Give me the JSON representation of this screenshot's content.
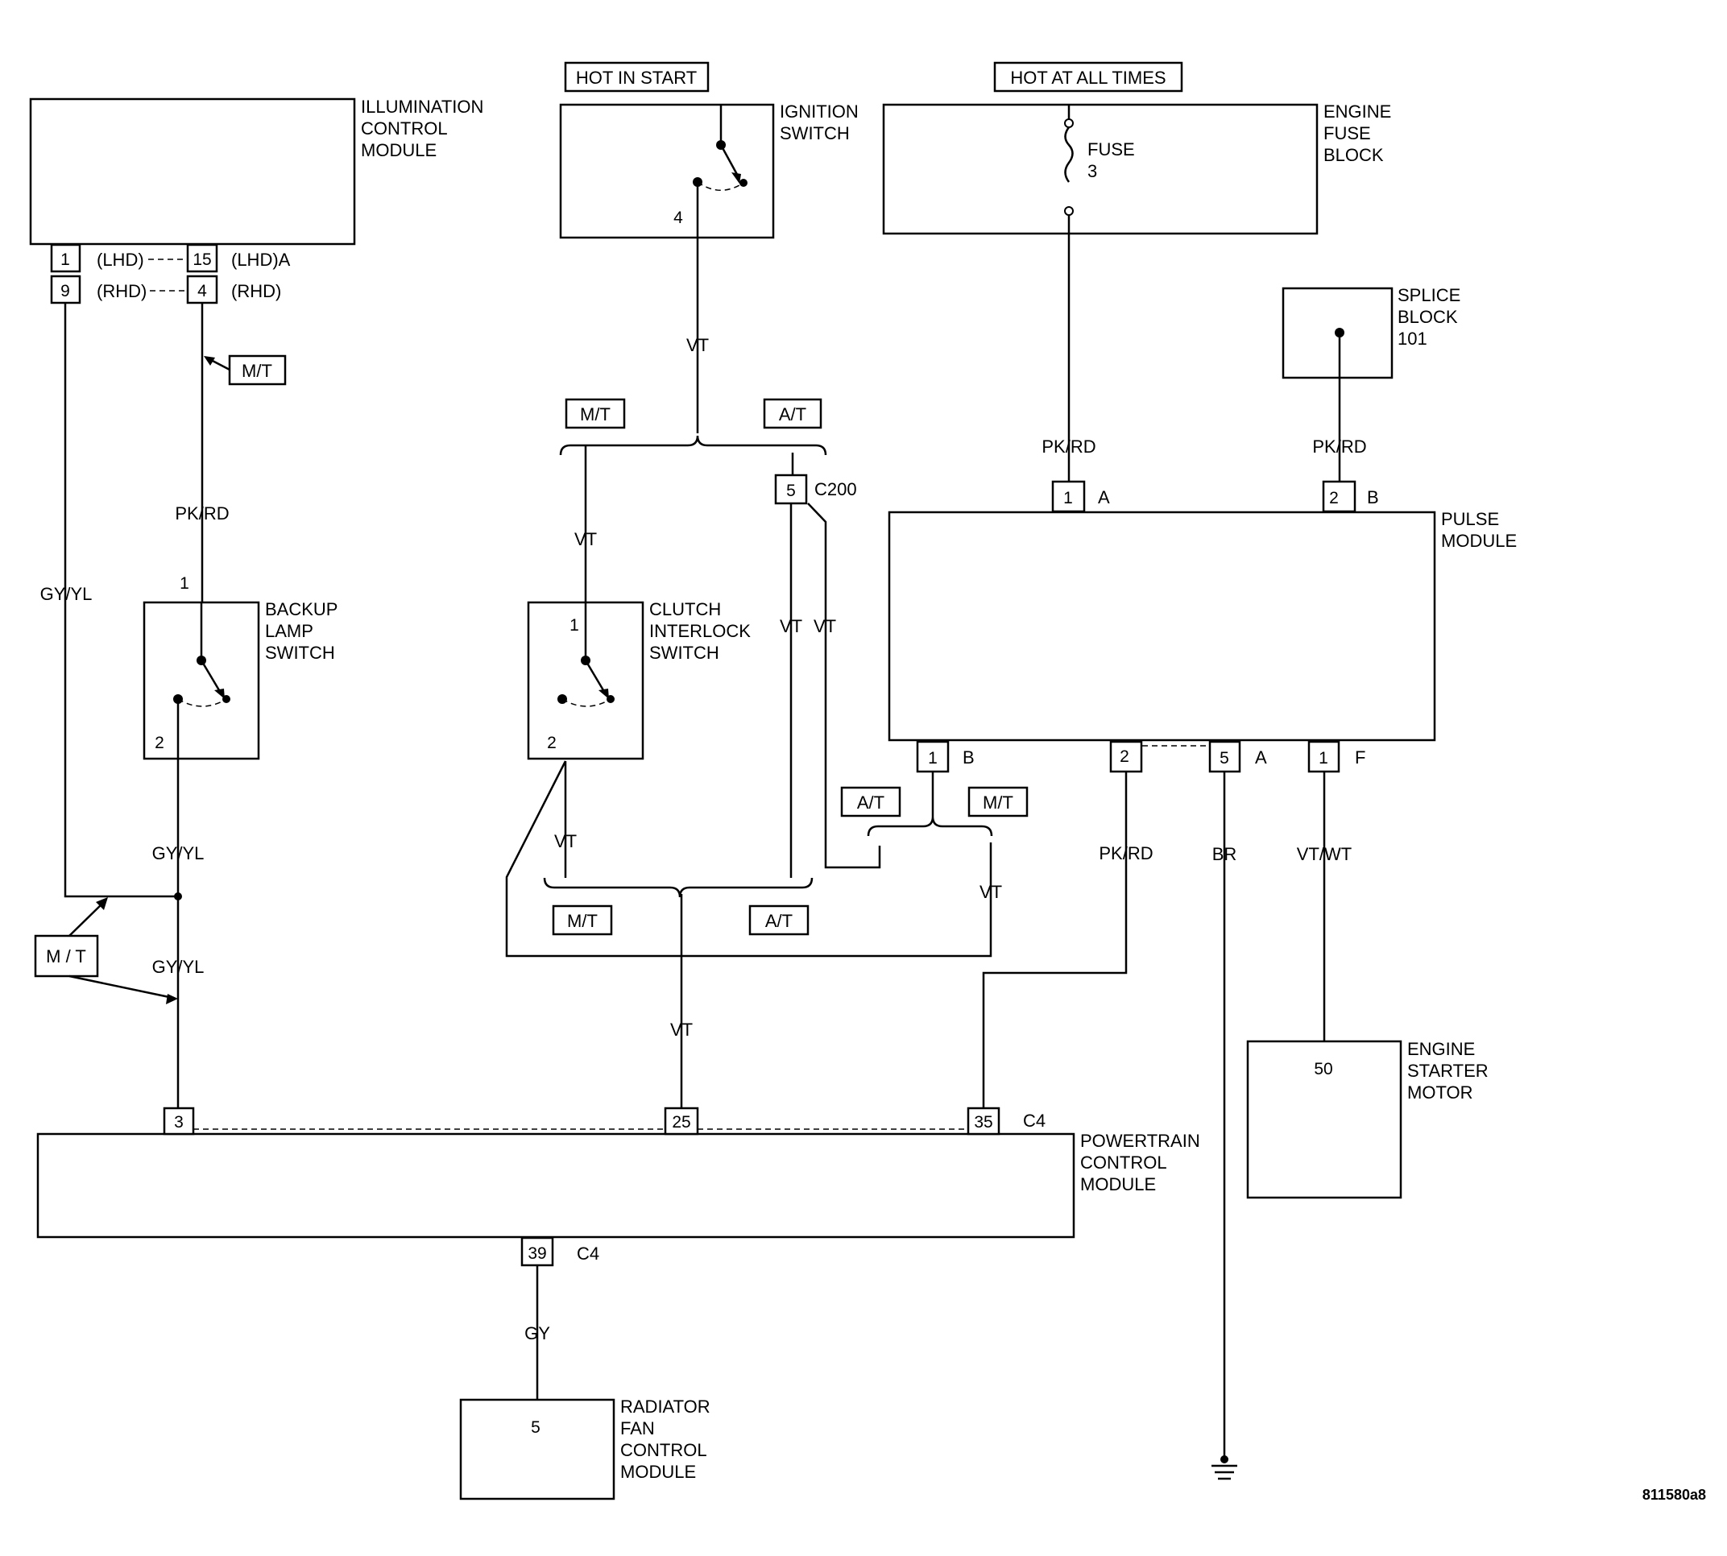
{
  "components": {
    "illumination_control_module": [
      "ILLUMINATION",
      "CONTROL",
      "MODULE"
    ],
    "ignition_switch": [
      "IGNITION",
      "SWITCH"
    ],
    "engine_fuse_block": [
      "ENGINE",
      "FUSE",
      "BLOCK"
    ],
    "fuse": [
      "FUSE",
      "3"
    ],
    "splice_block": [
      "SPLICE",
      "BLOCK",
      "101"
    ],
    "pulse_module": [
      "PULSE",
      "MODULE"
    ],
    "backup_lamp_switch": [
      "BACKUP",
      "LAMP",
      "SWITCH"
    ],
    "clutch_interlock_switch": [
      "CLUTCH",
      "INTERLOCK",
      "SWITCH"
    ],
    "powertrain_control_module": [
      "POWERTRAIN",
      "CONTROL",
      "MODULE"
    ],
    "engine_starter_motor": [
      "ENGINE",
      "STARTER",
      "MOTOR"
    ],
    "radiator_fan_control_module": [
      "RADIATOR",
      "FAN",
      "CONTROL",
      "MODULE"
    ]
  },
  "power_tags": {
    "hot_in_start": "HOT IN START",
    "hot_at_all_times": "HOT AT ALL TIMES"
  },
  "option_tags": {
    "mt": "M/T",
    "at": "A/T",
    "mt_spaced": "M / T"
  },
  "wire_colors": {
    "vt": "VT",
    "gy_yl": "GY/YL",
    "pk_rd": "PK/RD",
    "br": "BR",
    "vt_wt": "VT/WT",
    "gy": "GY"
  },
  "pins": {
    "icm_1": "1",
    "icm_9": "9",
    "icm_15": "15",
    "icm_4": "4",
    "ign_4": "4",
    "bls_1": "1",
    "bls_2": "2",
    "cis_1": "1",
    "cis_2": "2",
    "c200_5": "5",
    "pm_top_1": "1",
    "pm_top_2": "2",
    "pm_bot_1": "1",
    "pm_bot_2": "2",
    "pm_bot_5": "5",
    "pm_bot_1f": "1",
    "pcm_3": "3",
    "pcm_25": "25",
    "pcm_35": "35",
    "pcm_39": "39",
    "starter_50": "50",
    "rfcm_5": "5"
  },
  "connector_labels": {
    "lhd_left": "(LHD)",
    "lhd_right": "(LHD)A",
    "rhd_left": "(RHD)",
    "rhd_right": "(RHD)",
    "c200": "C200",
    "c4_top": "C4",
    "c4_bottom": "C4",
    "a": "A",
    "b": "B",
    "f": "F"
  },
  "figure_id": "811580a8"
}
